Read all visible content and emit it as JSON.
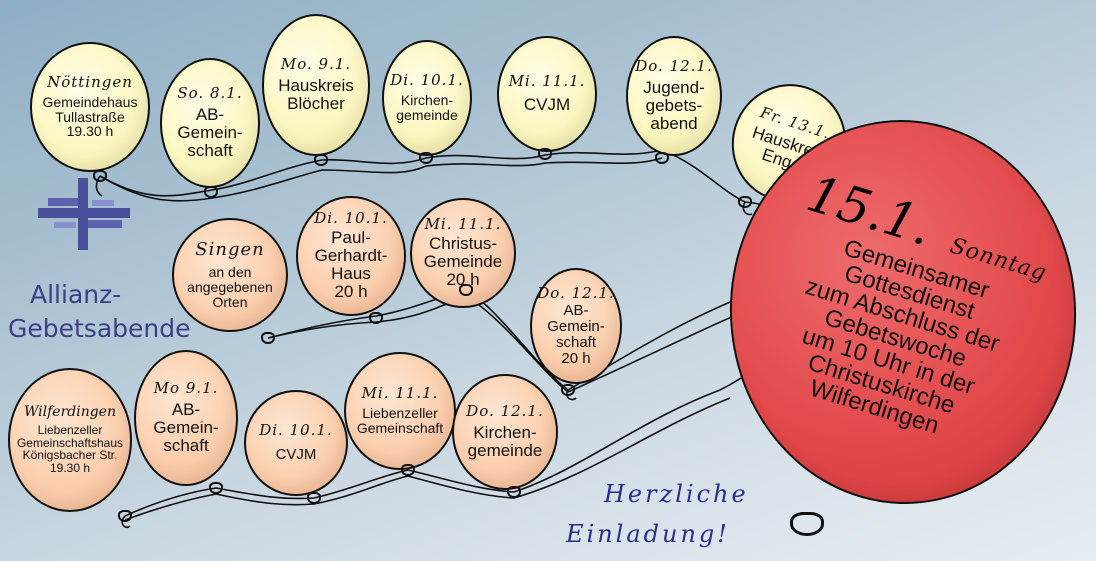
{
  "logo": {
    "line1": "Allianz-",
    "line2": "Gebetsabende"
  },
  "row1": [
    {
      "title": "Nöttingen",
      "sub": "Gemeindehaus\nTullastraße\n19.30 h"
    },
    {
      "title": "So. 8.1.",
      "sub": "AB-\nGemein-\nschaft"
    },
    {
      "title": "Mo. 9.1.",
      "sub": "Hauskreis\nBlöcher"
    },
    {
      "title": "Di. 10.1.",
      "sub": "Kirchen-\ngemeinde"
    },
    {
      "title": "Mi. 11.1.",
      "sub": "CVJM"
    },
    {
      "title": "Do. 12.1.",
      "sub": "Jugend-\ngebets-\nabend"
    },
    {
      "title": "Fr. 13.1.",
      "sub": "Hauskreis\nEngel"
    }
  ],
  "row2": [
    {
      "title": "Singen",
      "sub": "an den\nangegebenen\nOrten"
    },
    {
      "title": "Di. 10.1.",
      "sub": "Paul-\nGerhardt-\nHaus\n20 h"
    },
    {
      "title": "Mi. 11.1.",
      "sub": "Christus-\nGemeinde\n20 h"
    },
    {
      "title": "Do. 12.1.",
      "sub": "AB-\nGemein-\nschaft\n20 h"
    }
  ],
  "row3": [
    {
      "title": "Wilferdingen",
      "sub": "Liebenzeller\nGemeinschaftshaus\nKönigsbacher Str.\n19.30 h"
    },
    {
      "title": "Mo 9.1.",
      "sub": "AB-\nGemein-\nschaft"
    },
    {
      "title": "Di. 10.1.",
      "sub": "CVJM"
    },
    {
      "title": "Mi. 11.1.",
      "sub": "Liebenzeller\nGemeinschaft"
    },
    {
      "title": "Do. 12.1.",
      "sub": "Kirchen-\ngemeinde"
    }
  ],
  "main": {
    "date": "15.1.",
    "day": "Sonntag",
    "text": "Gemeinsamer\nGottesdienst\nzum Abschluss der\nGebetswoche\num 10 Uhr in der\nChristuskirche\nWilferdingen"
  },
  "invite": {
    "line1": "Herzliche",
    "line2": "Einladung!"
  },
  "colors": {
    "yellow": "#fbf7c2",
    "orange": "#fbcfae",
    "red": "#e24a4c",
    "logo": "#3d3e84"
  }
}
